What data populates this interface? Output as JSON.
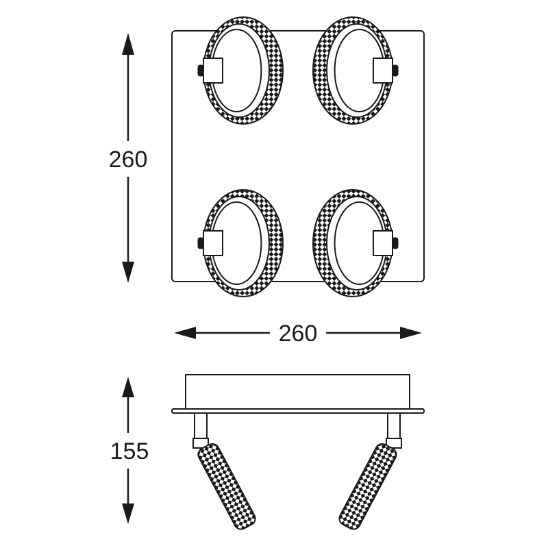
{
  "dimensions": {
    "height": "260",
    "width": "260",
    "depth": "155"
  },
  "colors": {
    "line": "#1a1a1a",
    "background": "#ffffff"
  },
  "top_view": {
    "rings": 4
  },
  "side_view": {
    "arms": 2
  }
}
